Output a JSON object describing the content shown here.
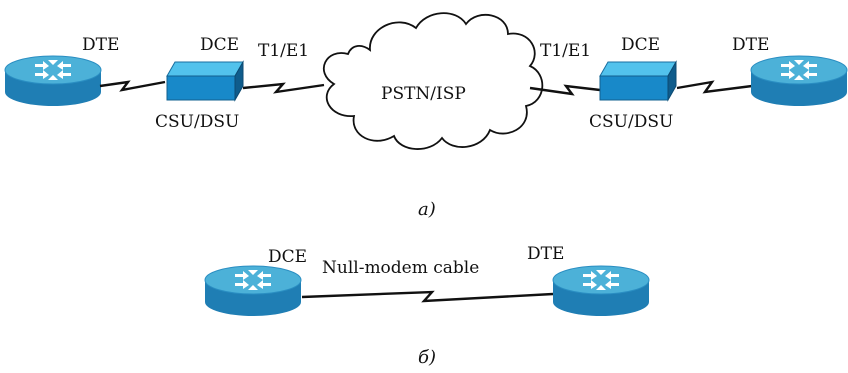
{
  "diagram_a": {
    "cloud_label": "PSTN/ISP",
    "left": {
      "dte": "DTE",
      "dce": "DCE",
      "link": "T1/E1",
      "csu": "CSU/DSU"
    },
    "right": {
      "dte": "DTE",
      "dce": "DCE",
      "link": "T1/E1",
      "csu": "CSU/DSU"
    },
    "caption": "а)"
  },
  "diagram_b": {
    "dce": "DCE",
    "dte": "DTE",
    "cable": "Null-modem cable",
    "caption": "б)"
  },
  "colors": {
    "router_top": "#4cb1d8",
    "router_side": "#1f7eb4",
    "csu_top": "#52c2ec",
    "csu_front": "#1889c9",
    "line": "#111111"
  }
}
